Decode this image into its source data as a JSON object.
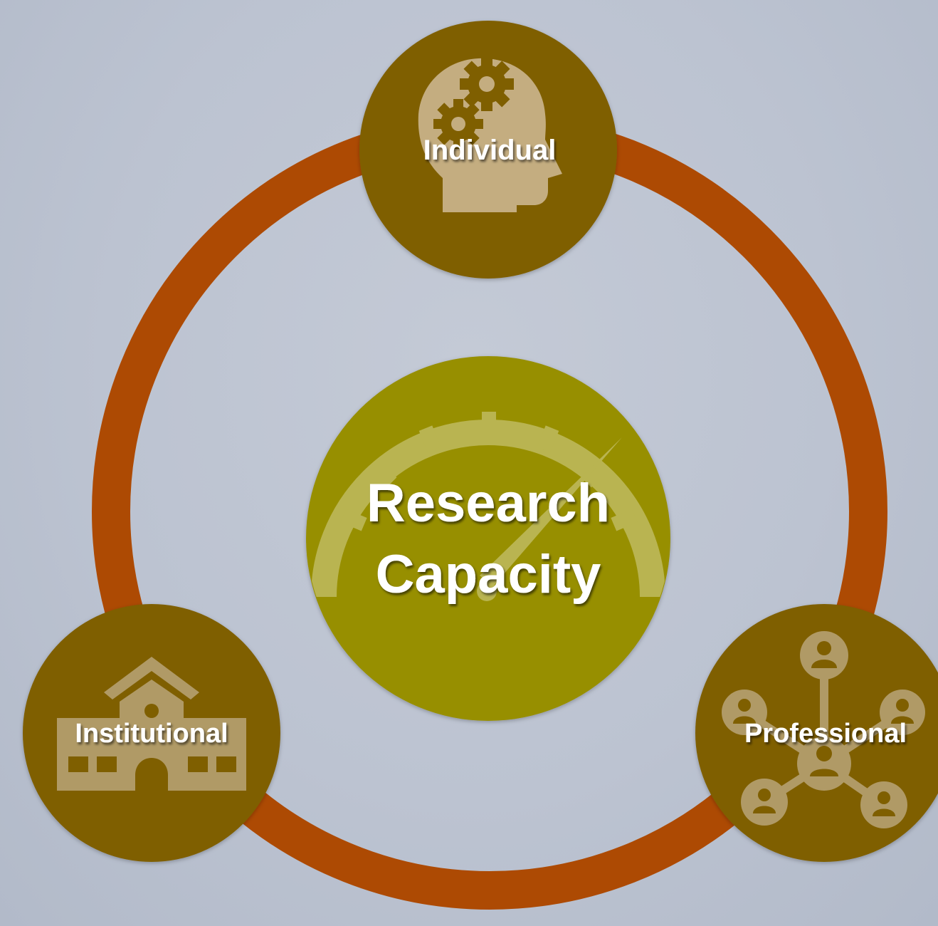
{
  "center": {
    "title_line1": "Research",
    "title_line2": "Capacity",
    "icon": "speedometer-icon"
  },
  "nodes": {
    "individual": {
      "label": "Individual",
      "icon": "head-gears-icon"
    },
    "institutional": {
      "label": "Institutional",
      "icon": "school-building-icon"
    },
    "professional": {
      "label": "Professional",
      "icon": "network-people-icon"
    }
  },
  "colors": {
    "background": "#bcc3d1",
    "ring": "#ad4a03",
    "node_fill": "#7f5f00",
    "node_icon": "#c4ad80",
    "center_fill": "#978f00",
    "center_icon": "#b9b451",
    "text": "#ffffff"
  }
}
